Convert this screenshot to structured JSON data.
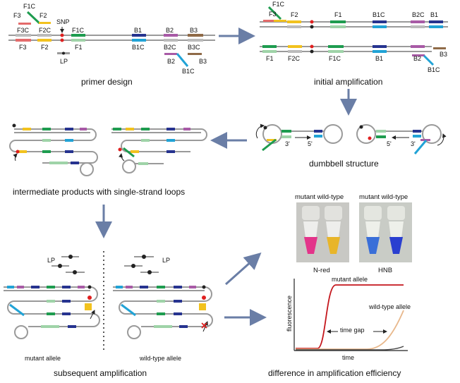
{
  "colors": {
    "F3": "#e46b6b",
    "F2": "#f2c21e",
    "F1": "#1e9c4f",
    "B1": "#26338f",
    "B2": "#a85aa6",
    "B3": "#8f6a47",
    "B1C": "#21a3d6",
    "F1C_light": "#9fd3a8",
    "strand": "#9a9a9a",
    "snp": "#e02020",
    "arrow": "#6a7ea6",
    "mutant_curve": "#c4161c",
    "wildtype_curve": "#e8b88c",
    "baseline_curve": "#444444"
  },
  "panel_primer_design": {
    "caption": "primer design",
    "labels": {
      "F3": "F3",
      "F2": "F2",
      "F1C": "F1C",
      "SNP": "SNP",
      "F3C": "F3C",
      "F2C": "F2C",
      "F1C_top": "F1C",
      "B1": "B1",
      "B2": "B2",
      "B3": "B3",
      "F3_bot": "F3",
      "F2_bot": "F2",
      "F1_bot": "F1",
      "B1C": "B1C",
      "B2C": "B2C",
      "B3C": "B3C",
      "LP": "LP",
      "B2_primer": "B2",
      "B1C_primer": "B1C",
      "B3_primer": "B3"
    }
  },
  "panel_initial_amplification": {
    "caption": "initial amplification",
    "labels": {
      "F1C": "F1C",
      "F3": "F3",
      "F2": "F2",
      "F1": "F1",
      "B1C": "B1C",
      "B2C": "B2C",
      "B1": "B1",
      "F1_bot": "F1",
      "F2C": "F2C",
      "F1C_bot": "F1C",
      "B1_bot": "B1",
      "B2": "B2",
      "B3": "B3",
      "B1C_bot": "B1C"
    }
  },
  "panel_dumbbell": {
    "caption": "dumbbell structure",
    "labels": {
      "three_prime_left": "3'",
      "five_prime_left": "5'",
      "five_prime_right": "5'",
      "three_prime_right": "3'"
    }
  },
  "panel_intermediate": {
    "caption": "intermediate products with single-strand loops"
  },
  "panel_subsequent": {
    "caption": "subsequent amplification",
    "left_label": "mutant allele",
    "right_label": "wild-type allele",
    "lp_left": "LP",
    "lp_right": "LP"
  },
  "panel_tubes": {
    "left_header": "mutant wild-type",
    "right_header": "mutant wild-type",
    "left_dye": "N-red",
    "right_dye": "HNB"
  },
  "panel_efficiency": {
    "caption": "difference in amplification efficiency",
    "ylabel": "fluorescence",
    "xlabel": "time",
    "mutant_label": "mutant allele",
    "wildtype_label": "wild-type allele",
    "gap_label": "time gap"
  }
}
